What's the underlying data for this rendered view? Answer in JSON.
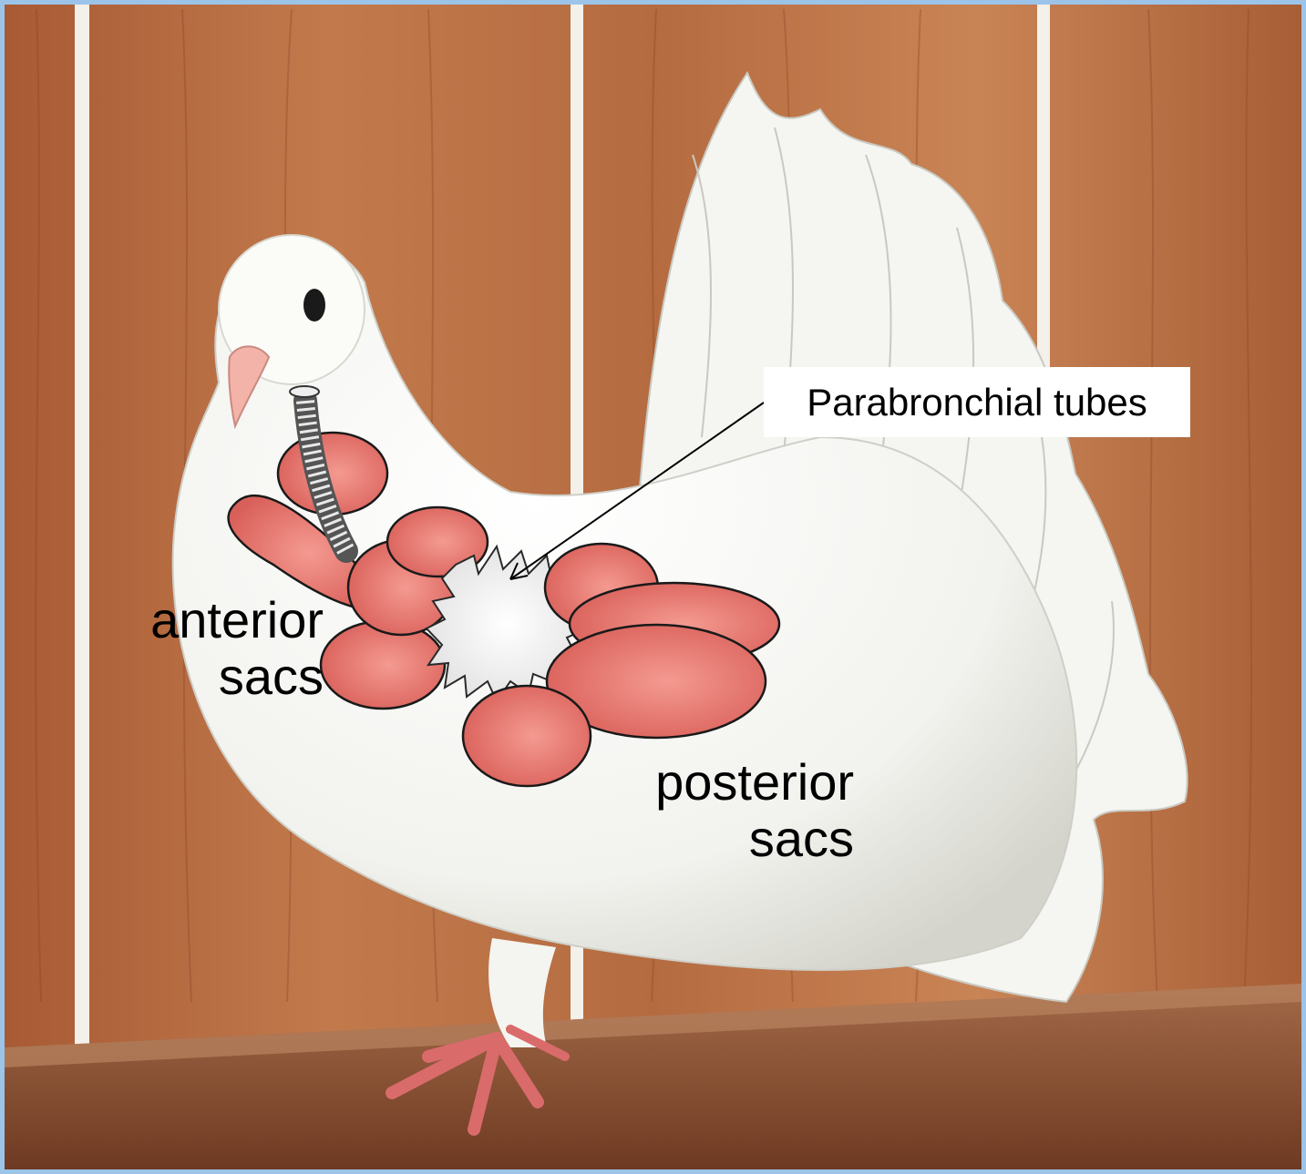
{
  "labels": {
    "callout": "Parabronchial tubes",
    "anterior_line1": "anterior",
    "anterior_line2": "sacs",
    "posterior_line1": "posterior",
    "posterior_line2": "sacs"
  },
  "colors": {
    "frame": "#9cc4e8",
    "wood": "#b8693f",
    "wood_dark": "#8a4628",
    "feather": "#f7f7f4",
    "feather_shade": "#dcdcd6",
    "air_sac": "#e06b62",
    "air_sac_light": "#f0928a",
    "outline": "#1a1a1a",
    "perch": "#8b4a2b"
  }
}
